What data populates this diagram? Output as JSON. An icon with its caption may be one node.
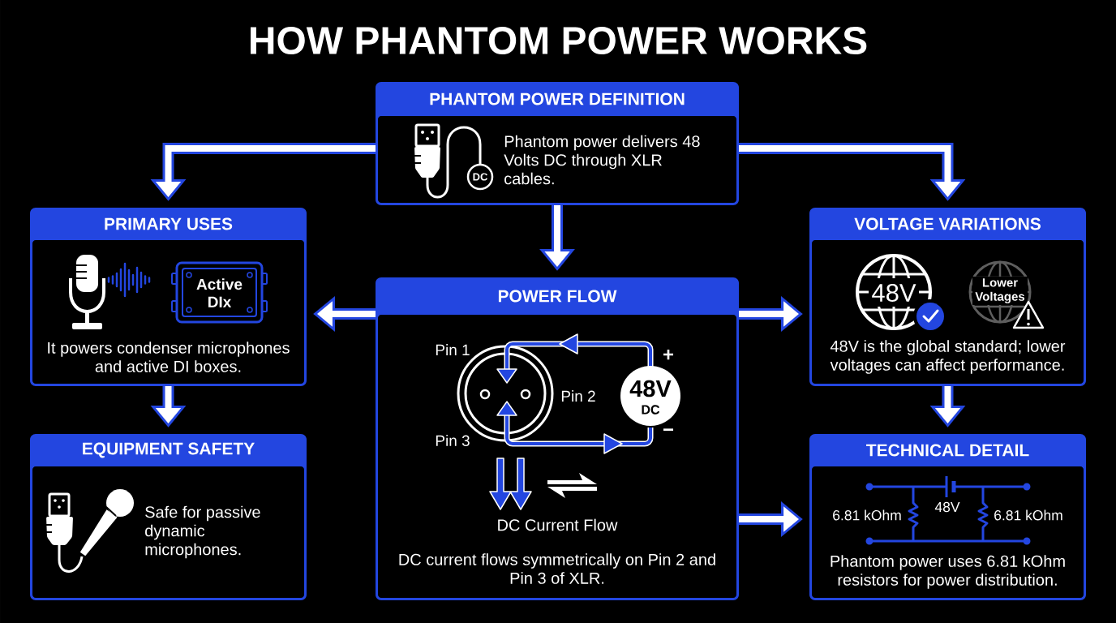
{
  "diagram": {
    "title": "HOW PHANTOM POWER WORKS",
    "nodes": [
      {
        "text": [
          "PHANTOM POWER DEFINITION",
          "Phantom power delivers 48 Volts DC through XLR cables."
        ]
      },
      {
        "text": [
          "PRIMARY USES",
          "It powers condenser microphones and active DI boxes."
        ]
      },
      {
        "text": [
          "POWER FLOW",
          "DC current flows symmetrically on Pin 2 and Pin 3 of XLR."
        ]
      },
      {
        "text": [
          "VOLTAGE VARIATIONS",
          "48V is the global standard; lower voltages can affect performance."
        ]
      },
      {
        "text": [
          "EQUIPMENT SAFETY",
          "Safe for passive dynamic microphones."
        ]
      },
      {
        "text": [
          "TECHNICAL DETAIL",
          "Phantom power uses 6.81 kOhm resistors for power distribution."
        ]
      }
    ],
    "edges": [
      {
        "from": 0,
        "to": 1,
        "arrow": "to"
      },
      {
        "from": 0,
        "to": 2,
        "arrow": "to"
      },
      {
        "from": 0,
        "to": 3,
        "arrow": "to"
      },
      {
        "from": 2,
        "to": 1,
        "arrow": "to"
      },
      {
        "from": 2,
        "to": 3,
        "arrow": "to"
      },
      {
        "from": 1,
        "to": 4,
        "arrow": "to"
      },
      {
        "from": 2,
        "to": 5,
        "arrow": "to"
      },
      {
        "from": 3,
        "to": 5,
        "arrow": "to"
      }
    ],
    "labels": [
      "DC",
      "Active DIx",
      "48V",
      "Lower Voltages",
      "Pin 1",
      "+",
      "Pin 2",
      "48V",
      "DC",
      "Pin 3",
      "−",
      "DC Current Flow",
      "6.81 kOhm",
      "48V",
      "6.81 kOhm"
    ]
  }
}
